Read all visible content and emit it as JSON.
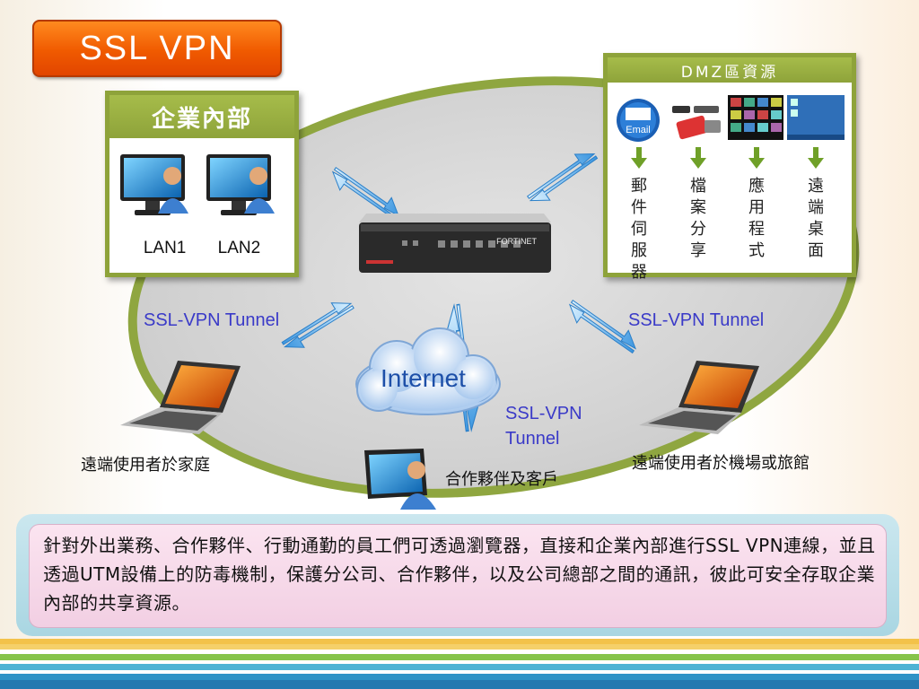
{
  "title": "SSL  VPN",
  "lan_panel": {
    "header": "企業內部",
    "labels": [
      "LAN1",
      "LAN2"
    ]
  },
  "dmz_panel": {
    "header": "DMZ區資源",
    "email_icon_text": "Email",
    "columns": [
      "郵件伺服器",
      "檔案分享",
      "應用程式",
      "遠端桌面"
    ]
  },
  "router_brand": "FORTINET",
  "internet_label": "Internet",
  "tunnel_labels": {
    "left": "SSL-VPN Tunnel",
    "right": "SSL-VPN Tunnel",
    "center_line1": "SSL-VPN",
    "center_line2": "Tunnel"
  },
  "endpoints": {
    "home": "遠端使用者於家庭",
    "partner": "合作夥伴及客戶",
    "travel": "遠端使用者於機場或旅館"
  },
  "description": "針對外出業務、合作夥伴、行動通勤的員工們可透過瀏覽器，直接和企業內部進行SSL VPN連線，並且透過UTM設備上的防毒機制，保護分公司、合作夥伴，以及公司總部之間的通訊，彼此可安全存取企業內部的共享資源。",
  "colors": {
    "title_bg": "#f05a00",
    "panel_green": "#8ea33a",
    "tunnel_text": "#3a3ac8",
    "arrow_blue": "#5aaee8"
  }
}
